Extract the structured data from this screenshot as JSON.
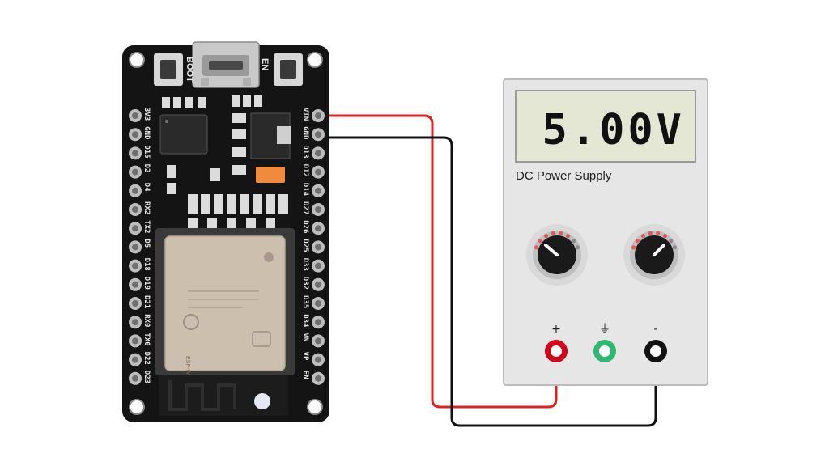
{
  "esp32": {
    "button_boot_label": "BOOT",
    "button_en_label": "EN",
    "left_pins": [
      "3V3",
      "GND",
      "D15",
      "D2",
      "D4",
      "RX2",
      "TX2",
      "D5",
      "D18",
      "D19",
      "D21",
      "RX0",
      "TX0",
      "D22",
      "D23"
    ],
    "right_pins": [
      "VIN",
      "GND",
      "D13",
      "D12",
      "D14",
      "D27",
      "D26",
      "D25",
      "D33",
      "D32",
      "D35",
      "D34",
      "VN",
      "VP",
      "EN"
    ],
    "module_label": "ESP-WROOM-32"
  },
  "power_supply": {
    "display_value": "5.00V",
    "title": "DC Power Supply",
    "terminals": [
      {
        "symbol": "+",
        "color": "#d0021b"
      },
      {
        "symbol": "⏚",
        "color": "#2eb872"
      },
      {
        "symbol": "-",
        "color": "#111111"
      }
    ]
  },
  "wires": {
    "positive_color": "#e02020",
    "negative_color": "#111111"
  },
  "colors": {
    "board": "#141414",
    "lcd": "#e3e7d3",
    "psu_body": "#e6e6e6",
    "knob_dot": "#e05a5a"
  }
}
